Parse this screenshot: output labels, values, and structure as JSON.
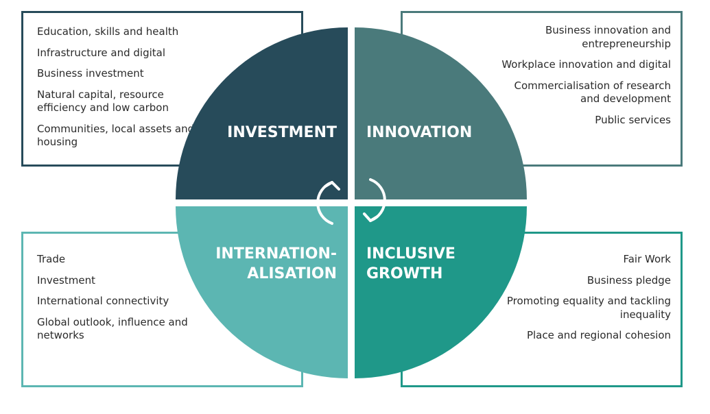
{
  "quadrants": {
    "investment": {
      "title": "INVESTMENT",
      "color": "#274b5a",
      "items": [
        "Education, skills and health",
        "Infrastructure and digital",
        "Business investment",
        "Natural capital, resource efficiency and low carbon",
        "Communities, local assets and housing"
      ]
    },
    "innovation": {
      "title": "INNOVATION",
      "color": "#4a7a7b",
      "items": [
        "Business innovation and entrepreneurship",
        "Workplace innovation and digital",
        "Commercialisation of research and development",
        "Public services"
      ]
    },
    "internationalisation": {
      "title_line1": "INTERNATION-",
      "title_line2": "ALISATION",
      "color": "#5cb6b2",
      "items": [
        "Trade",
        "Investment",
        "International connectivity",
        "Global outlook, influence and networks"
      ]
    },
    "inclusive_growth": {
      "title_line1": "INCLUSIVE",
      "title_line2": "GROWTH",
      "color": "#1f9889",
      "items": [
        "Fair Work",
        "Business pledge",
        "Promoting equality and tackling inequality",
        "Place and regional cohesion"
      ]
    }
  }
}
